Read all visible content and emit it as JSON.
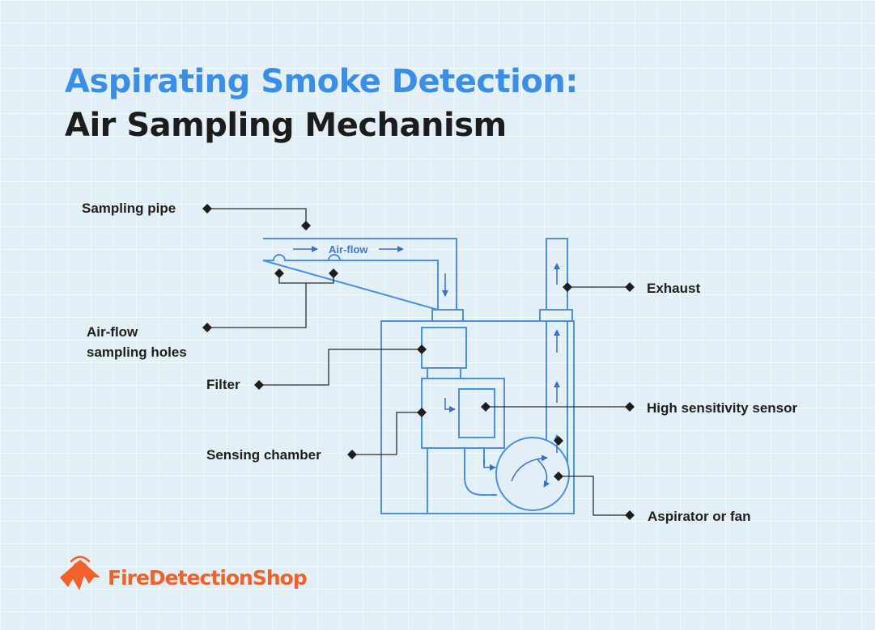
{
  "title": {
    "line1": "Aspirating Smoke Detection:",
    "line2": "Air Sampling Mechanism"
  },
  "diagram": {
    "flow_label": "Air-flow",
    "labels": {
      "sampling_pipe": "Sampling pipe",
      "sampling_holes_1": "Air-flow",
      "sampling_holes_2": "sampling holes",
      "filter": "Filter",
      "sensing_chamber": "Sensing chamber",
      "exhaust": "Exhaust",
      "sensor": "High sensitivity sensor",
      "fan": "Aspirator or fan"
    }
  },
  "brand": {
    "name": "FireDetectionShop"
  },
  "colors": {
    "accent_blue": "#3b8ee6",
    "diagram_line": "#4a90e2",
    "callout_line": "#2b2b2b",
    "brand_orange": "#f0622b",
    "background": "#e3eff6"
  }
}
